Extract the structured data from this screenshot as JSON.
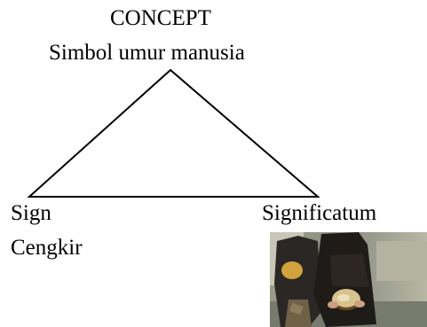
{
  "concept": {
    "title": "CONCEPT",
    "text": "Simbol umur manusia"
  },
  "sign": {
    "title": "Sign",
    "text": "Cengkir"
  },
  "significatum": {
    "title": "Significatum"
  },
  "colors": {
    "line": "#000000",
    "background": "#ffffff"
  }
}
